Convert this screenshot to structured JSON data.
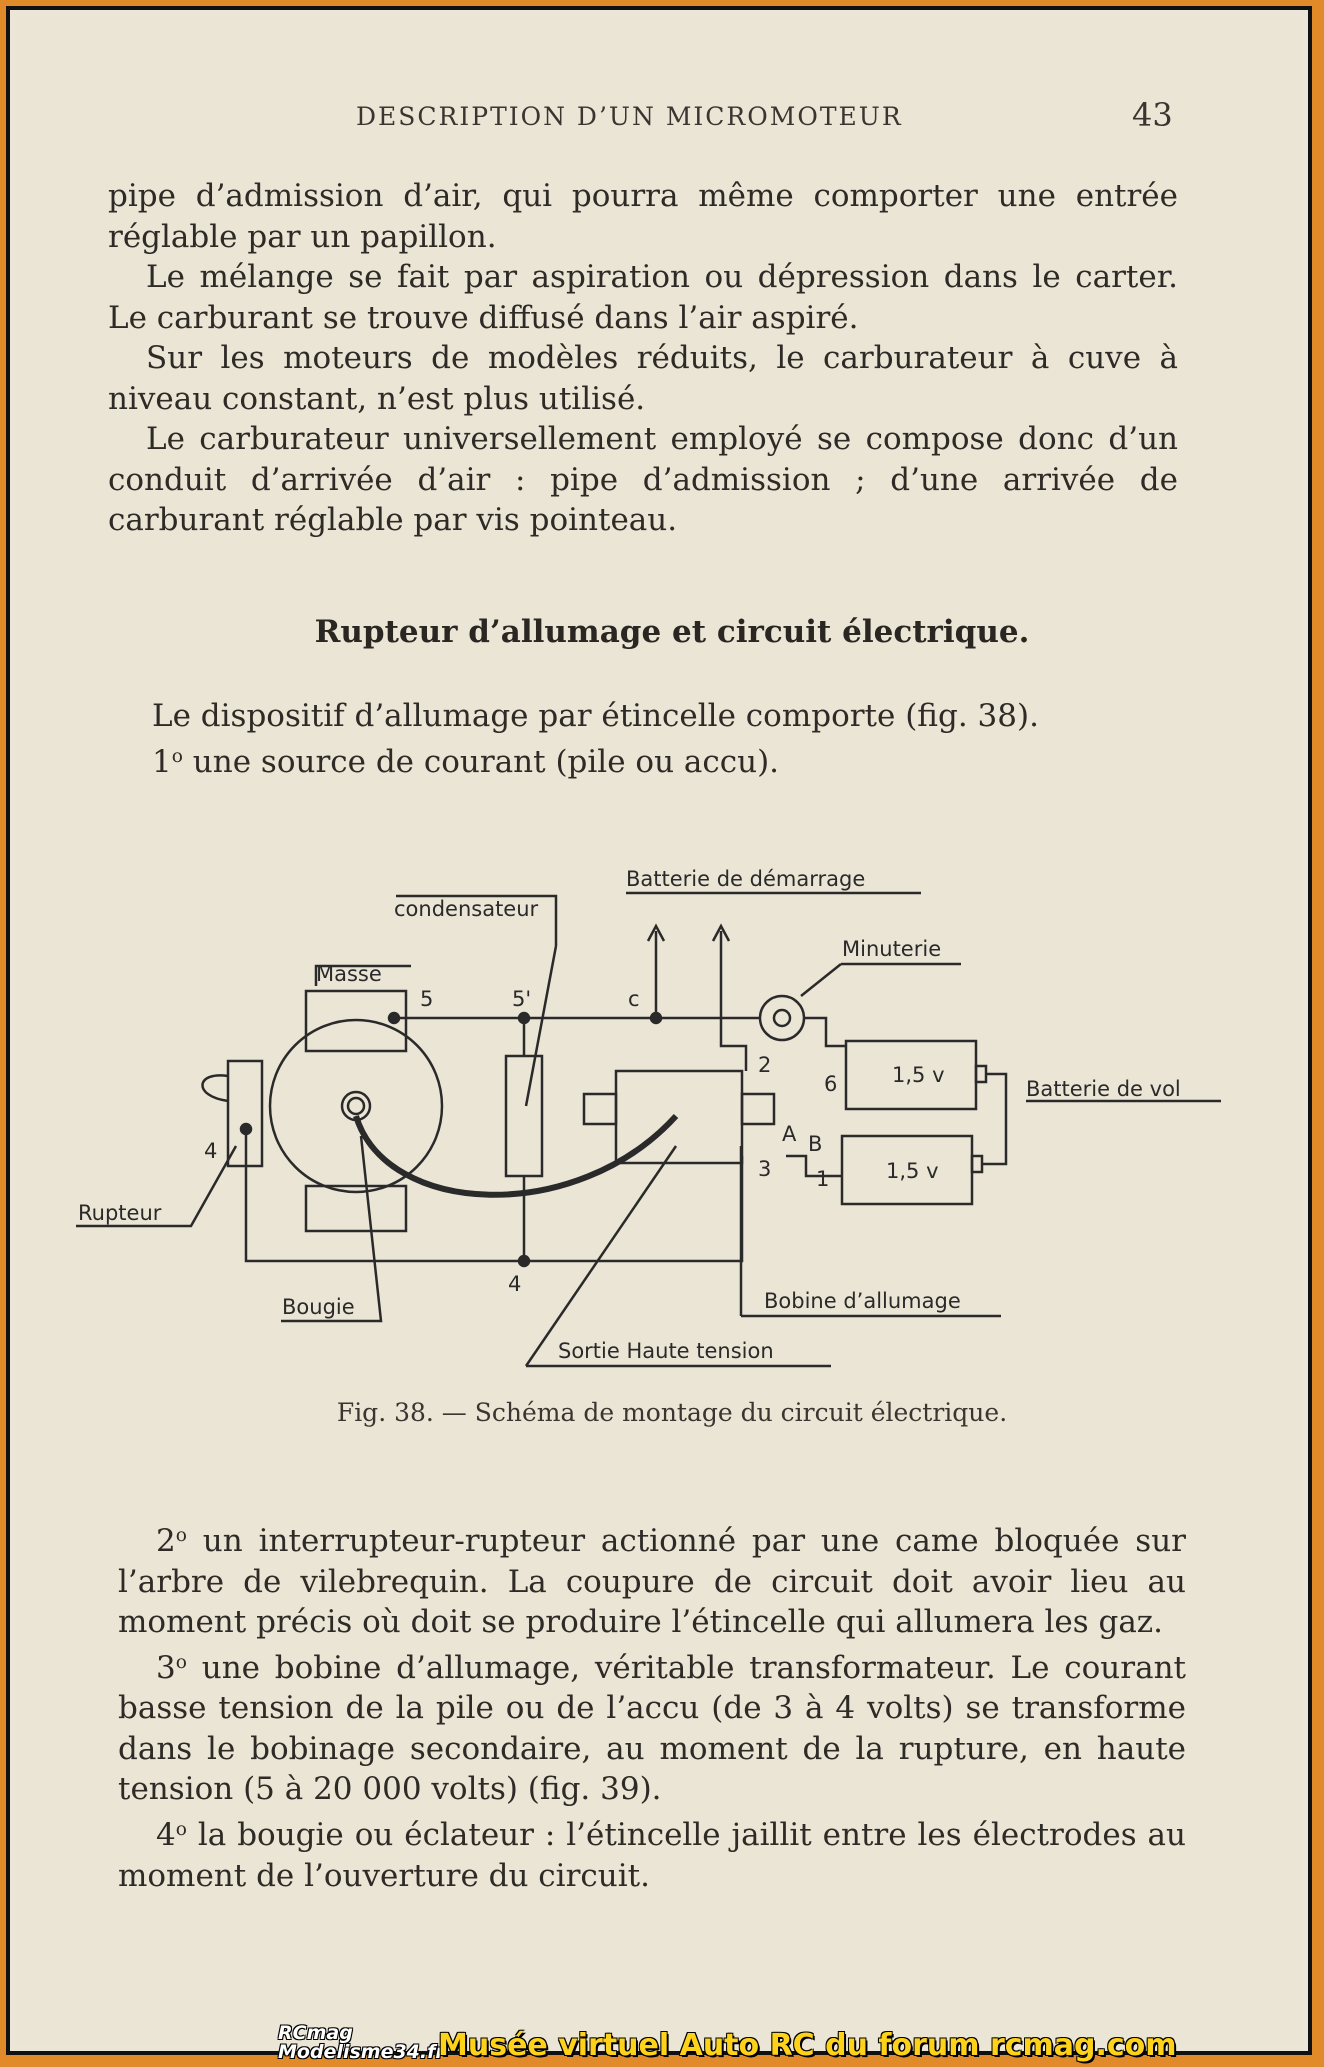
{
  "header": {
    "running_head": "DESCRIPTION D’UN MICROMOTEUR",
    "page_number": "43"
  },
  "block1": {
    "p1": "pipe d’admission d’air, qui pourra même comporter une entrée réglable par un papillon.",
    "p2": "Le mélange se fait par aspiration ou dépression dans le carter. Le carburant se trouve diffusé dans l’air aspiré.",
    "p3": "Sur les moteurs de modèles réduits, le carburateur à cuve à niveau constant, n’est plus utilisé.",
    "p4": "Le carburateur universellement employé se compose donc d’un conduit d’arrivée d’air : pipe d’admission ; d’une arrivée de carburant réglable par vis pointeau."
  },
  "section_heading": "Rupteur d’allumage et circuit électrique.",
  "block2": {
    "p1": "Le dispositif d’allumage par étincelle comporte (fig. 38).",
    "p2_num": "1",
    "p2": " une source de courant (pile ou accu)."
  },
  "figure": {
    "labels": {
      "batterie_demarrage": "Batterie de démarrage",
      "condensateur": "condensateur",
      "minuterie": "Minuterie",
      "masse": "Masse",
      "batterie_vol": "Batterie de vol",
      "rupteur": "Rupteur",
      "bougie": "Bougie",
      "bobine": "Bobine d’allumage",
      "sortie": "Sortie Haute tension",
      "cell1": "1,5 v",
      "cell2": "1,5 v",
      "n5": "5",
      "n5p": "5'",
      "nc": "c",
      "n2": "2",
      "n6": "6",
      "nA": "A",
      "nB": "B",
      "n3": "3",
      "n1": "1",
      "n4a": "4",
      "n4b": "4"
    },
    "caption_prefix": "Fig. 38. —",
    "caption": "Schéma de montage du circuit électrique."
  },
  "block3": {
    "p1_num": "2",
    "p1": " un interrupteur-rupteur actionné par une came bloquée sur l’arbre de vilebrequin. La coupure de circuit doit avoir lieu au moment précis où doit se produire l’étincelle qui allumera les gaz.",
    "p2_num": "3",
    "p2": " une bobine d’allumage, véritable transformateur. Le courant basse tension de la pile ou de l’accu (de 3 à 4 volts) se transforme dans le bobinage secondaire, au moment de la rupture, en haute tension (5 à 20 000 volts) (fig. 39).",
    "p3_num": "4",
    "p3": " la bougie ou éclateur : l’étincelle jaillit entre les électrodes au moment de l’ouverture du circuit."
  },
  "footer": {
    "logo_line1": "RCmag",
    "logo_line2": "Modelisme34.fr",
    "text": "Musée virtuel Auto RC du forum rcmag.com"
  }
}
